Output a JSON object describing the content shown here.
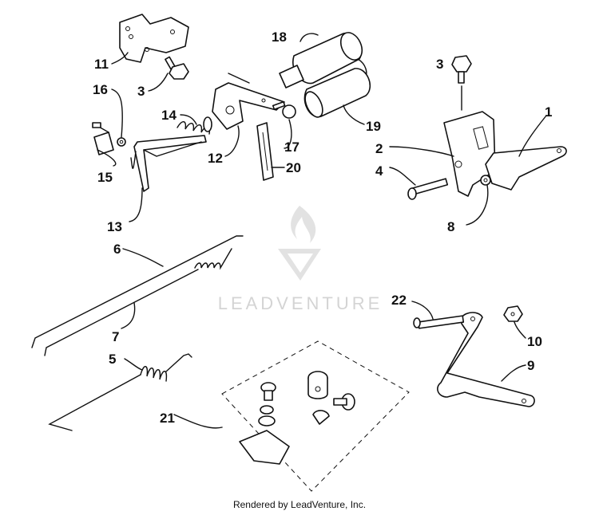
{
  "watermark": {
    "text": "LEADVENTURE"
  },
  "footer": {
    "credit": "Rendered by LeadVenture, Inc."
  },
  "callouts": [
    {
      "id": "c1",
      "label": "1"
    },
    {
      "id": "c2",
      "label": "2"
    },
    {
      "id": "c3a",
      "label": "3"
    },
    {
      "id": "c3b",
      "label": "3"
    },
    {
      "id": "c4",
      "label": "4"
    },
    {
      "id": "c5",
      "label": "5"
    },
    {
      "id": "c6",
      "label": "6"
    },
    {
      "id": "c7",
      "label": "7"
    },
    {
      "id": "c8",
      "label": "8"
    },
    {
      "id": "c9",
      "label": "9"
    },
    {
      "id": "c10",
      "label": "10"
    },
    {
      "id": "c11",
      "label": "11"
    },
    {
      "id": "c12",
      "label": "12"
    },
    {
      "id": "c13",
      "label": "13"
    },
    {
      "id": "c14",
      "label": "14"
    },
    {
      "id": "c15",
      "label": "15"
    },
    {
      "id": "c16",
      "label": "16"
    },
    {
      "id": "c17",
      "label": "17"
    },
    {
      "id": "c18",
      "label": "18"
    },
    {
      "id": "c19",
      "label": "19"
    },
    {
      "id": "c20",
      "label": "20"
    },
    {
      "id": "c21",
      "label": "21"
    },
    {
      "id": "c22",
      "label": "22"
    }
  ]
}
